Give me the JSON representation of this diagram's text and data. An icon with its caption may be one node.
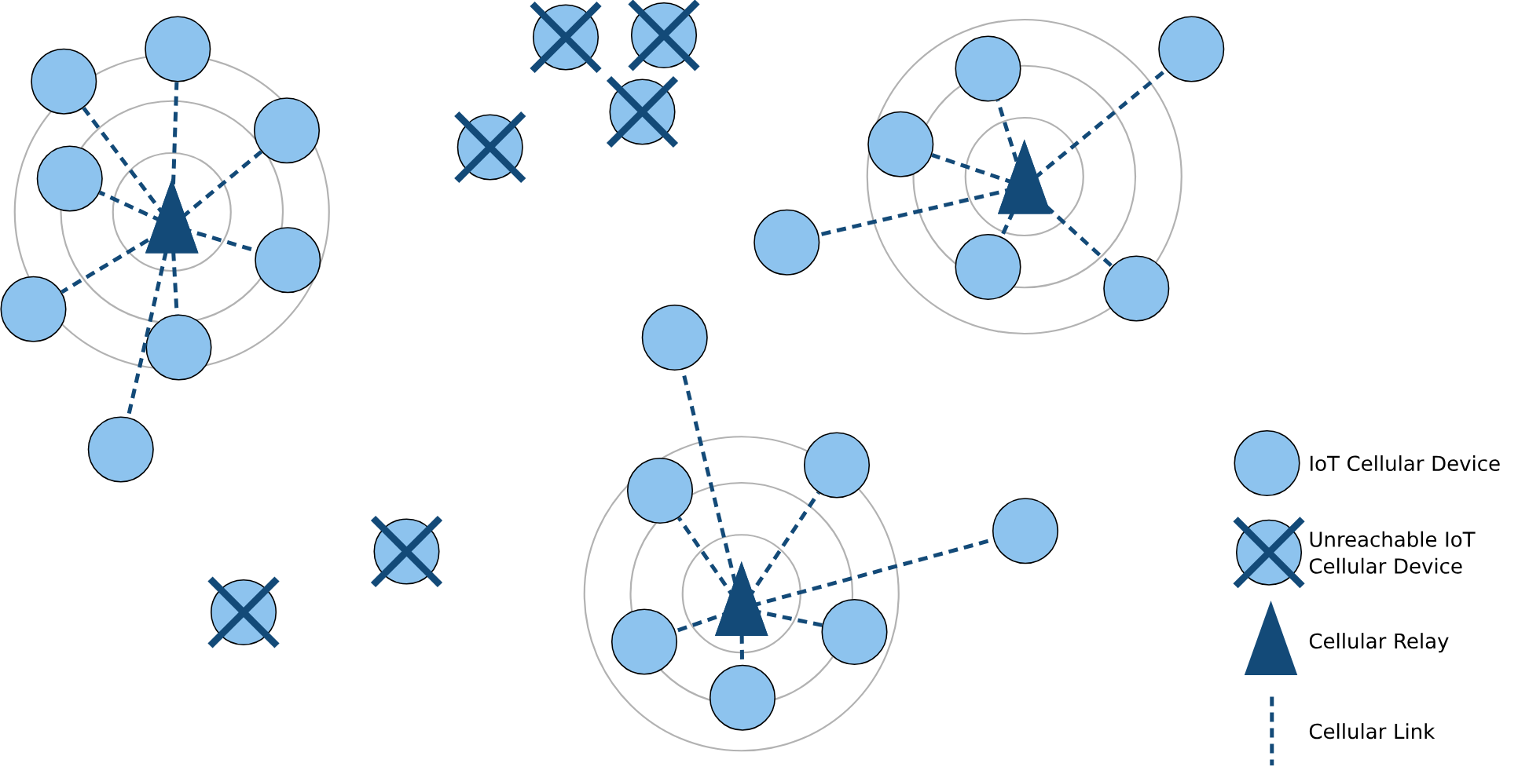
{
  "diagram": {
    "nodes": [
      {
        "text": [],
        "shape": "triangle"
      },
      {
        "text": [],
        "shape": "circle"
      },
      {
        "text": [],
        "shape": "circle"
      },
      {
        "text": [],
        "shape": "circle"
      },
      {
        "text": [],
        "shape": "circle"
      },
      {
        "text": [],
        "shape": "circle"
      },
      {
        "text": [],
        "shape": "circle"
      },
      {
        "text": [],
        "shape": "circle"
      },
      {
        "text": [],
        "shape": "circle"
      },
      {
        "text": [],
        "shape": "cross"
      },
      {
        "text": [],
        "shape": "cross"
      },
      {
        "text": [],
        "shape": "cross"
      },
      {
        "text": [],
        "shape": "cross"
      },
      {
        "text": [],
        "shape": "triangle"
      },
      {
        "text": [],
        "shape": "circle"
      },
      {
        "text": [],
        "shape": "circle"
      },
      {
        "text": [],
        "shape": "circle"
      },
      {
        "text": [],
        "shape": "circle"
      },
      {
        "text": [],
        "shape": "circle"
      },
      {
        "text": [],
        "shape": "circle"
      },
      {
        "text": [],
        "shape": "triangle"
      },
      {
        "text": [],
        "shape": "circle"
      },
      {
        "text": [],
        "shape": "circle"
      },
      {
        "text": [],
        "shape": "circle"
      },
      {
        "text": [],
        "shape": "circle"
      },
      {
        "text": [],
        "shape": "circle"
      },
      {
        "text": [],
        "shape": "circle"
      },
      {
        "text": [],
        "shape": "circle"
      },
      {
        "text": [],
        "shape": "cross"
      },
      {
        "text": [],
        "shape": "cross"
      }
    ],
    "edges": [
      {
        "from": 0,
        "to": 1,
        "arrow": "none"
      },
      {
        "from": 0,
        "to": 2,
        "arrow": "none"
      },
      {
        "from": 0,
        "to": 3,
        "arrow": "none"
      },
      {
        "from": 0,
        "to": 4,
        "arrow": "none"
      },
      {
        "from": 0,
        "to": 5,
        "arrow": "none"
      },
      {
        "from": 0,
        "to": 6,
        "arrow": "none"
      },
      {
        "from": 0,
        "to": 7,
        "arrow": "none"
      },
      {
        "from": 0,
        "to": 8,
        "arrow": "none"
      },
      {
        "from": 13,
        "to": 14,
        "arrow": "none"
      },
      {
        "from": 13,
        "to": 15,
        "arrow": "none"
      },
      {
        "from": 13,
        "to": 16,
        "arrow": "none"
      },
      {
        "from": 13,
        "to": 17,
        "arrow": "none"
      },
      {
        "from": 13,
        "to": 18,
        "arrow": "none"
      },
      {
        "from": 13,
        "to": 19,
        "arrow": "none"
      },
      {
        "from": 20,
        "to": 21,
        "arrow": "none"
      },
      {
        "from": 20,
        "to": 22,
        "arrow": "none"
      },
      {
        "from": 20,
        "to": 23,
        "arrow": "none"
      },
      {
        "from": 20,
        "to": 24,
        "arrow": "none"
      },
      {
        "from": 20,
        "to": 25,
        "arrow": "none"
      },
      {
        "from": 20,
        "to": 26,
        "arrow": "none"
      },
      {
        "from": 20,
        "to": 27,
        "arrow": "none"
      }
    ],
    "legend": [
      {
        "text": "IoT Cellular Device"
      },
      {
        "text": "Unreachable IoT Cellular Device"
      },
      {
        "text": "Cellular Relay"
      },
      {
        "text": "Cellular Link"
      }
    ]
  }
}
